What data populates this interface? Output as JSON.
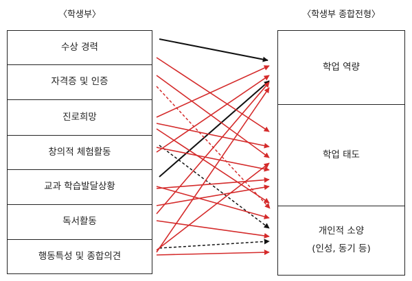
{
  "left": {
    "heading": "〈학생부〉",
    "items": [
      {
        "label": "수상 경력"
      },
      {
        "label": "자격증 및 인증"
      },
      {
        "label": "진로희망"
      },
      {
        "label": "창의적 체험활동"
      },
      {
        "label": "교과 학습발달상황"
      },
      {
        "label": "독서활동"
      },
      {
        "label": "행동특성 및 종합의견"
      }
    ]
  },
  "right": {
    "heading": "〈학생부 종합전형〉",
    "items": [
      {
        "label": "학업 역량"
      },
      {
        "label": "학업 태도"
      },
      {
        "label": "개인적 소양",
        "sub": "(인성, 동기 등)"
      }
    ]
  },
  "colors": {
    "black": "#111111",
    "red": "#d42a2a"
  }
}
